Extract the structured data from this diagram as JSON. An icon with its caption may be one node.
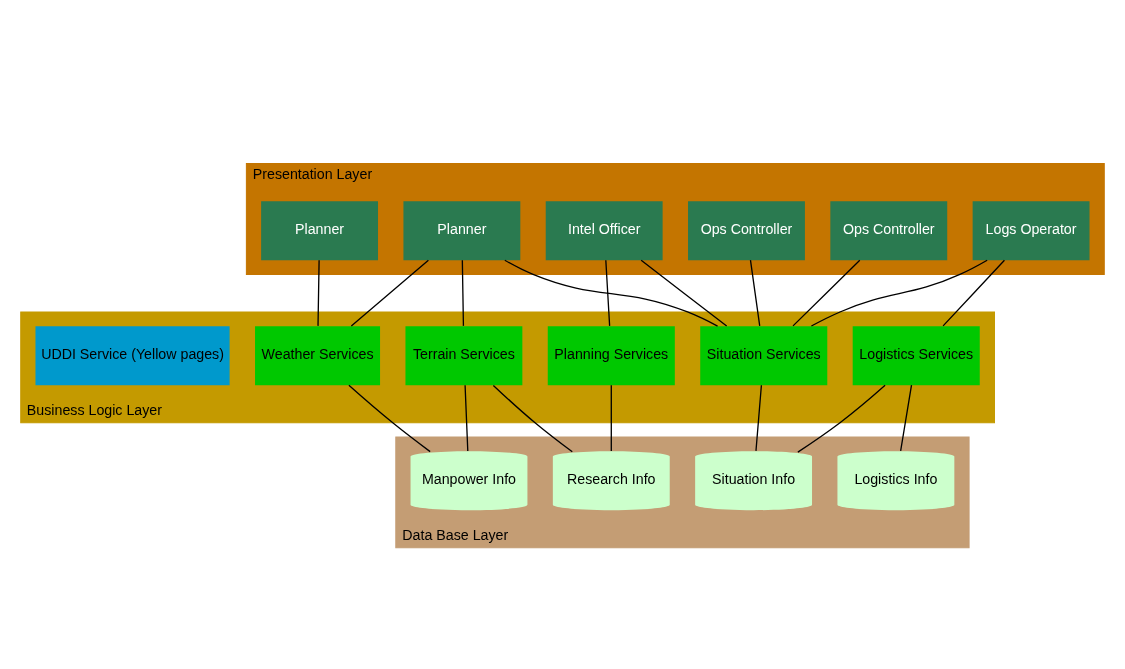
{
  "diagram": {
    "nodes": [
      {
        "text": [
          "Presentation Layer"
        ]
      },
      {
        "text": [
          "Planner"
        ],
        "in": 0
      },
      {
        "text": [
          "Planner"
        ],
        "in": 0
      },
      {
        "text": [
          "Intel Officer"
        ],
        "in": 0
      },
      {
        "text": [
          "Ops Controller"
        ],
        "in": 0
      },
      {
        "text": [
          "Logs Operator"
        ],
        "in": 0
      },
      {
        "text": [
          "Ops Controller"
        ],
        "in": 0
      },
      {
        "text": [
          "Business Logic Layer"
        ]
      },
      {
        "text": [
          "UDDI Service (Yellow pages)"
        ],
        "in": 7
      },
      {
        "text": [
          "Weather Services"
        ],
        "in": 7
      },
      {
        "text": [
          "Terrain Services"
        ],
        "in": 7
      },
      {
        "text": [
          "Planning Services"
        ],
        "in": 7
      },
      {
        "text": [
          "Logistics Services"
        ],
        "in": 7
      },
      {
        "text": [
          "Situation Services"
        ],
        "in": 7
      },
      {
        "text": [
          "Data Base Layer"
        ]
      },
      {
        "text": [
          "Manpower Info"
        ],
        "in": 14
      },
      {
        "text": [
          "Research Info"
        ],
        "in": 14
      },
      {
        "text": [
          "Logistics Info"
        ],
        "in": 14
      },
      {
        "text": [
          "Situation Info"
        ],
        "in": 14
      }
    ],
    "edges": [
      {
        "from": 1,
        "to": 9,
        "arrow": "none"
      },
      {
        "from": 2,
        "to": 9,
        "arrow": "none"
      },
      {
        "from": 2,
        "to": 10,
        "arrow": "none"
      },
      {
        "from": 2,
        "to": 13,
        "arrow": "none"
      },
      {
        "from": 3,
        "to": 11,
        "arrow": "none"
      },
      {
        "from": 3,
        "to": 13,
        "arrow": "none"
      },
      {
        "from": 4,
        "to": 13,
        "arrow": "none"
      },
      {
        "from": 5,
        "to": 12,
        "arrow": "none"
      },
      {
        "from": 5,
        "to": 13,
        "arrow": "none"
      },
      {
        "from": 6,
        "to": 13,
        "arrow": "none"
      },
      {
        "from": 9,
        "to": 15,
        "arrow": "none"
      },
      {
        "from": 10,
        "to": 15,
        "arrow": "none"
      },
      {
        "from": 10,
        "to": 16,
        "arrow": "none"
      },
      {
        "from": 11,
        "to": 16,
        "arrow": "none"
      },
      {
        "from": 12,
        "to": 17,
        "arrow": "none"
      },
      {
        "from": 12,
        "to": 18,
        "arrow": "none"
      },
      {
        "from": 13,
        "to": 18,
        "arrow": "none"
      }
    ]
  }
}
